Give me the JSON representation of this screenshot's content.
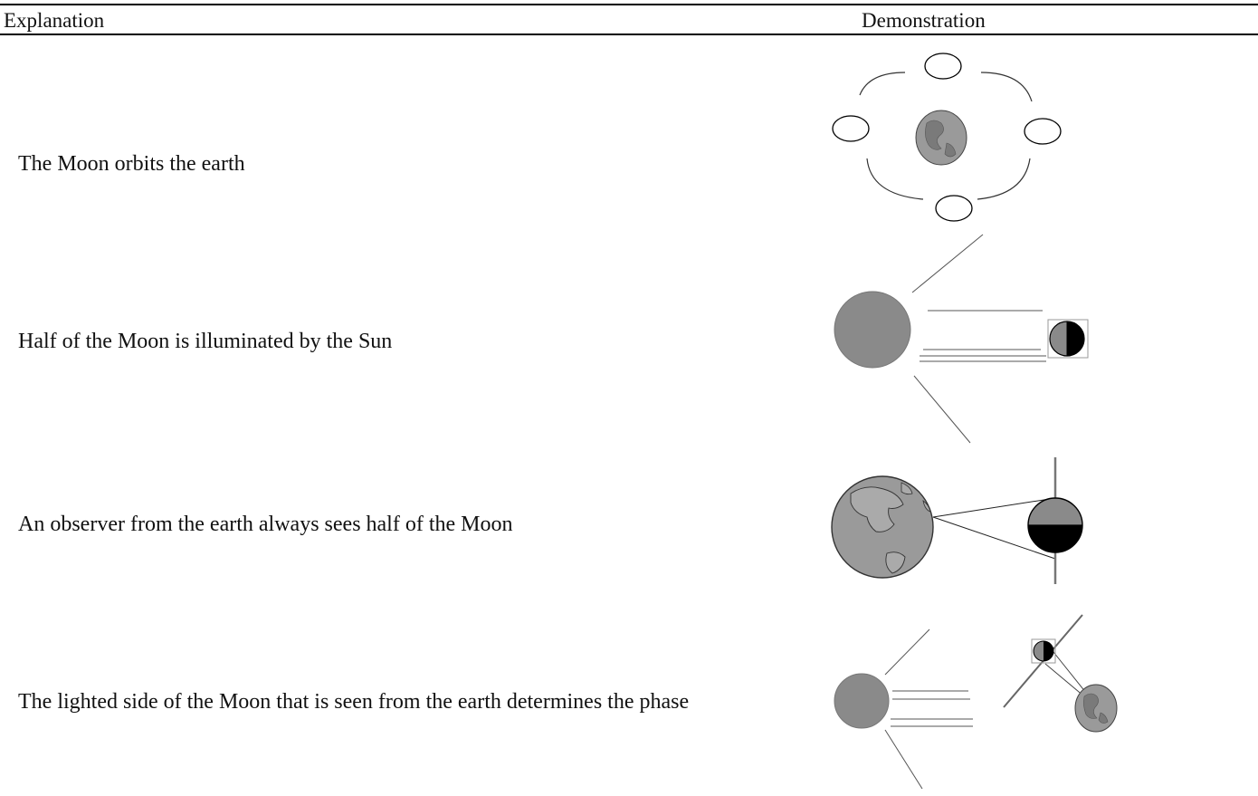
{
  "table": {
    "headers": {
      "explanation": "Explanation",
      "demonstration": "Demonstration"
    },
    "rows": [
      {
        "explanation": "The Moon orbits the earth",
        "demonstration_icon": "moon-orbit-diagram"
      },
      {
        "explanation": "Half of the Moon is illuminated by the Sun",
        "demonstration_icon": "sun-illuminating-moon-diagram"
      },
      {
        "explanation": "An observer from the earth always sees half of the Moon",
        "demonstration_icon": "earth-observer-sight-diagram"
      },
      {
        "explanation": "The lighted side of the Moon that is seen from the earth determines the phase",
        "demonstration_icon": "moon-phase-diagram"
      }
    ]
  },
  "colors": {
    "text": "#111111",
    "rule": "#000000",
    "body_gray": "#8a8a8a",
    "earth_gray": "#9a9a9a",
    "dark_half": "#000000"
  }
}
